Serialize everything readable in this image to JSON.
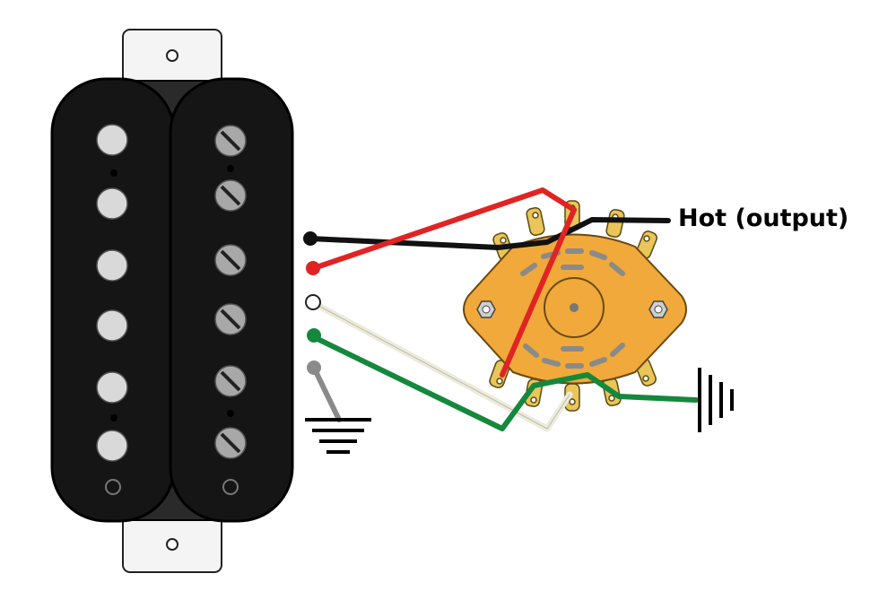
{
  "labels": {
    "hot_output": "Hot (output)"
  },
  "colors": {
    "bobbin": "#151515",
    "pole_piece": "#d9d9d9",
    "screw": "#a8a8a8",
    "mount_plate": "#f4f4f4",
    "switch_body": "#f0a93a",
    "lug": "#e9c55a",
    "wire_black": "#111111",
    "wire_red": "#e02424",
    "wire_white": "#ecebdc",
    "wire_green": "#14883c",
    "wire_bare": "#8a8a8a"
  },
  "icons": {
    "ground_pickup": "ground-icon",
    "ground_switch": "ground-icon"
  },
  "wires": [
    "black",
    "red",
    "white",
    "green",
    "bare"
  ]
}
